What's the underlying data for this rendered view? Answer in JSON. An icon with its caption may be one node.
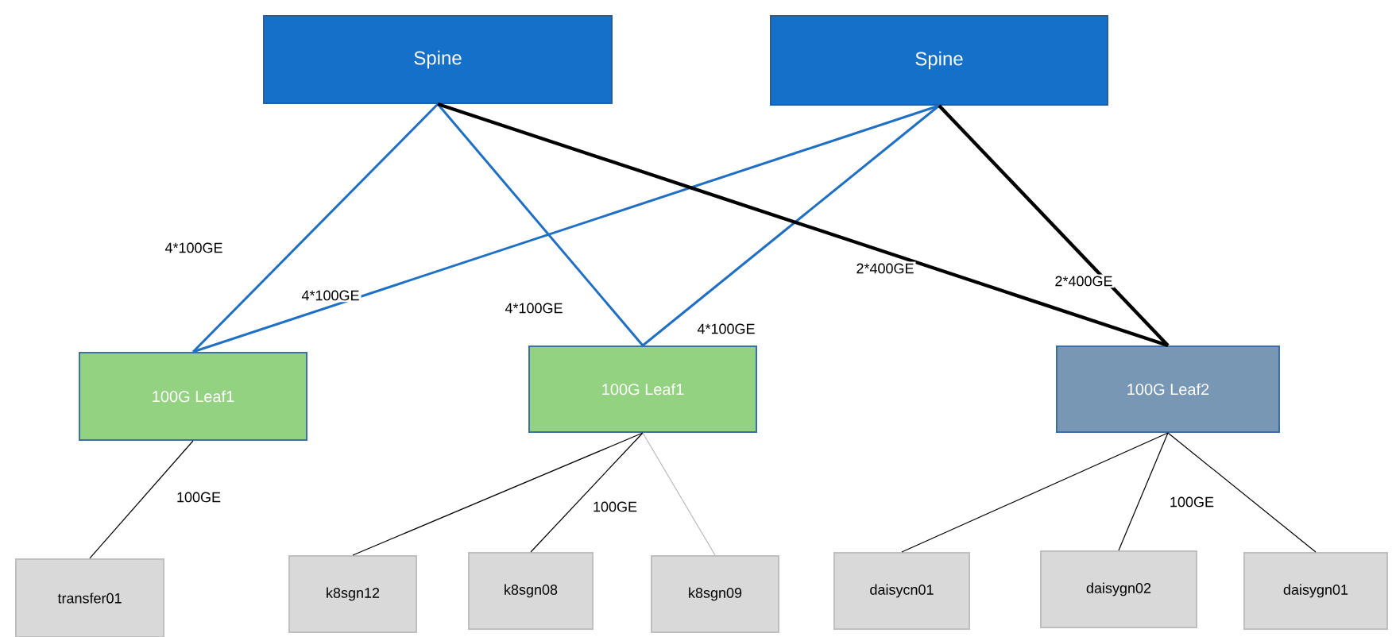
{
  "diagram": {
    "nodes": [
      {
        "text": [
          "Spine"
        ]
      },
      {
        "text": [
          "Spine"
        ]
      },
      {
        "text": [
          "100G Leaf1"
        ]
      },
      {
        "text": [
          "100G Leaf1"
        ]
      },
      {
        "text": [
          "100G Leaf2"
        ]
      },
      {
        "text": [
          "transfer01"
        ]
      },
      {
        "text": [
          "k8sgn12"
        ]
      },
      {
        "text": [
          "k8sgn08"
        ]
      },
      {
        "text": [
          "k8sgn09"
        ]
      },
      {
        "text": [
          "daisycn01"
        ]
      },
      {
        "text": [
          "daisygn02"
        ]
      },
      {
        "text": [
          "daisygn01"
        ]
      }
    ],
    "edges": [
      {
        "from": 0,
        "to": 2,
        "arrow": "none",
        "label": "4*100GE",
        "color": "#1f6fc5"
      },
      {
        "from": 1,
        "to": 2,
        "arrow": "none",
        "label": "4*100GE",
        "color": "#1f6fc5"
      },
      {
        "from": 0,
        "to": 3,
        "arrow": "none",
        "label": "4*100GE",
        "color": "#1f6fc5"
      },
      {
        "from": 1,
        "to": 3,
        "arrow": "none",
        "label": "4*100GE",
        "color": "#1f6fc5"
      },
      {
        "from": 0,
        "to": 4,
        "arrow": "none",
        "label": "2*400GE",
        "style": "thick"
      },
      {
        "from": 1,
        "to": 4,
        "arrow": "none",
        "label": "2*400GE",
        "style": "thick"
      },
      {
        "from": 2,
        "to": 5,
        "arrow": "none",
        "label": "100GE"
      },
      {
        "from": 3,
        "to": 6,
        "arrow": "none"
      },
      {
        "from": 3,
        "to": 7,
        "arrow": "none",
        "label": "100GE"
      },
      {
        "from": 3,
        "to": 8,
        "arrow": "none",
        "color": "#b8b8b8"
      },
      {
        "from": 4,
        "to": 9,
        "arrow": "none"
      },
      {
        "from": 4,
        "to": 10,
        "arrow": "none",
        "label": "100GE"
      },
      {
        "from": 4,
        "to": 11,
        "arrow": "none"
      }
    ]
  }
}
